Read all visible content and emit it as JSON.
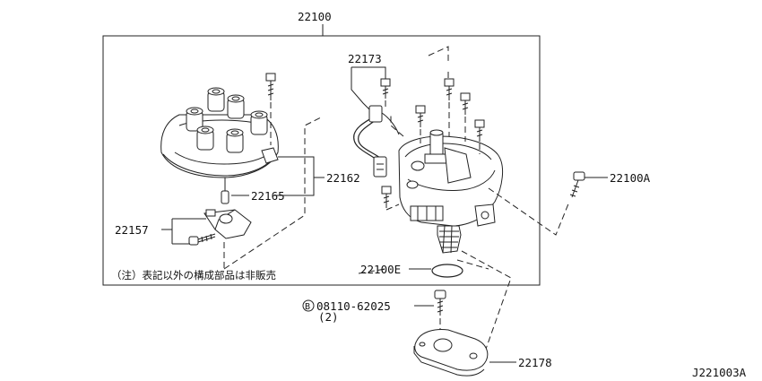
{
  "labels": {
    "assembly": "22100",
    "harness": "22173",
    "cap_group": "22162",
    "rotor_pin": "22165",
    "rotor": "22157",
    "bolt_side": "22100A",
    "oring": "22100E",
    "bolt_std": "08110-62025",
    "bolt_qty": "(2)",
    "bolt_prefix": "B",
    "plate": "22178",
    "figure_code": "J221003A"
  },
  "note": "（注）表記以外の構成部品は非販売"
}
